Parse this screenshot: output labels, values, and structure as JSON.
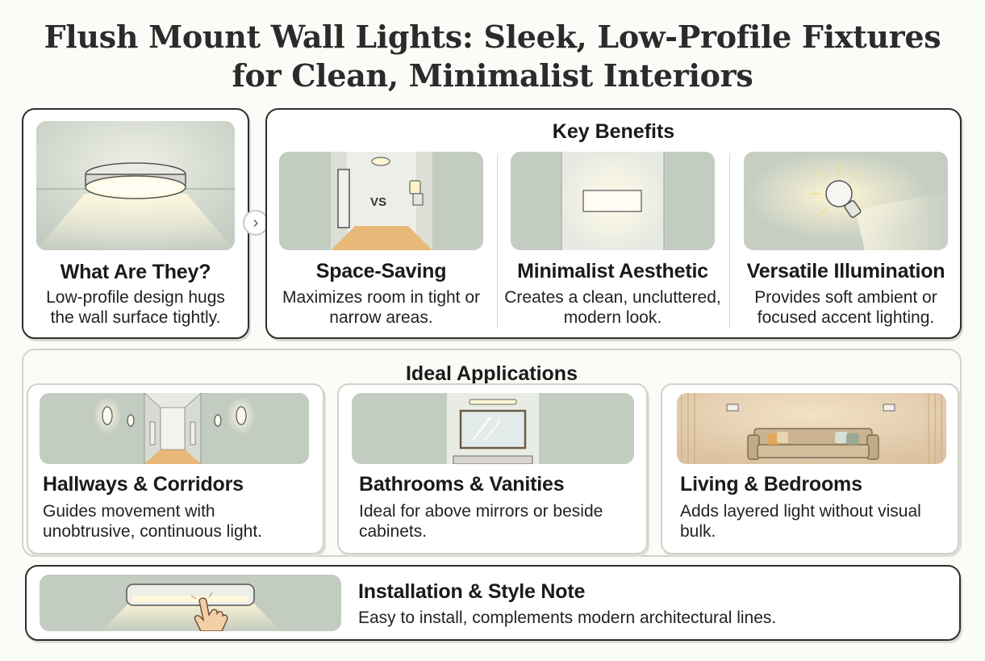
{
  "title": {
    "line1": "Flush Mount Wall Lights: Sleek, Low-Profile Fixtures",
    "line2": "for Clean, Minimalist Interiors"
  },
  "intro": {
    "heading": "What Are They?",
    "text": "Low-profile design hugs the wall surface tightly.",
    "icon": "flush-ceiling-light-icon"
  },
  "key_benefits": {
    "title": "Key Benefits",
    "items": [
      {
        "heading": "Space-Saving",
        "text": "Maximizes room in tight or narrow areas.",
        "badge": "VS",
        "icon": "narrow-hallway-icon"
      },
      {
        "heading": "Minimalist Aesthetic",
        "text": "Creates a clean, uncluttered, modern look.",
        "icon": "rectangular-wall-light-icon"
      },
      {
        "heading": "Versatile Illumination",
        "text": "Provides soft ambient or focused accent lighting.",
        "icon": "spotlight-icon"
      }
    ]
  },
  "applications": {
    "title": "Ideal Applications",
    "items": [
      {
        "heading": "Hallways & Corridors",
        "text": "Guides movement with unobtrusive, continuous light.",
        "icon": "corridor-icon"
      },
      {
        "heading": "Bathrooms & Vanities",
        "text": "Ideal for above mirrors or beside cabinets.",
        "icon": "vanity-mirror-icon"
      },
      {
        "heading": "Living & Bedrooms",
        "text": "Adds layered light without visual bulk.",
        "icon": "living-room-sofa-icon"
      }
    ]
  },
  "installation": {
    "heading": "Installation & Style Note",
    "text": "Easy to install, complements modern architectural lines.",
    "icon": "pointing-hand-icon"
  },
  "colors": {
    "sage": "#c9d1c6",
    "warm_light": "#fdf6dc",
    "floor": "#e7b97a",
    "border": "#2e2e2e"
  }
}
